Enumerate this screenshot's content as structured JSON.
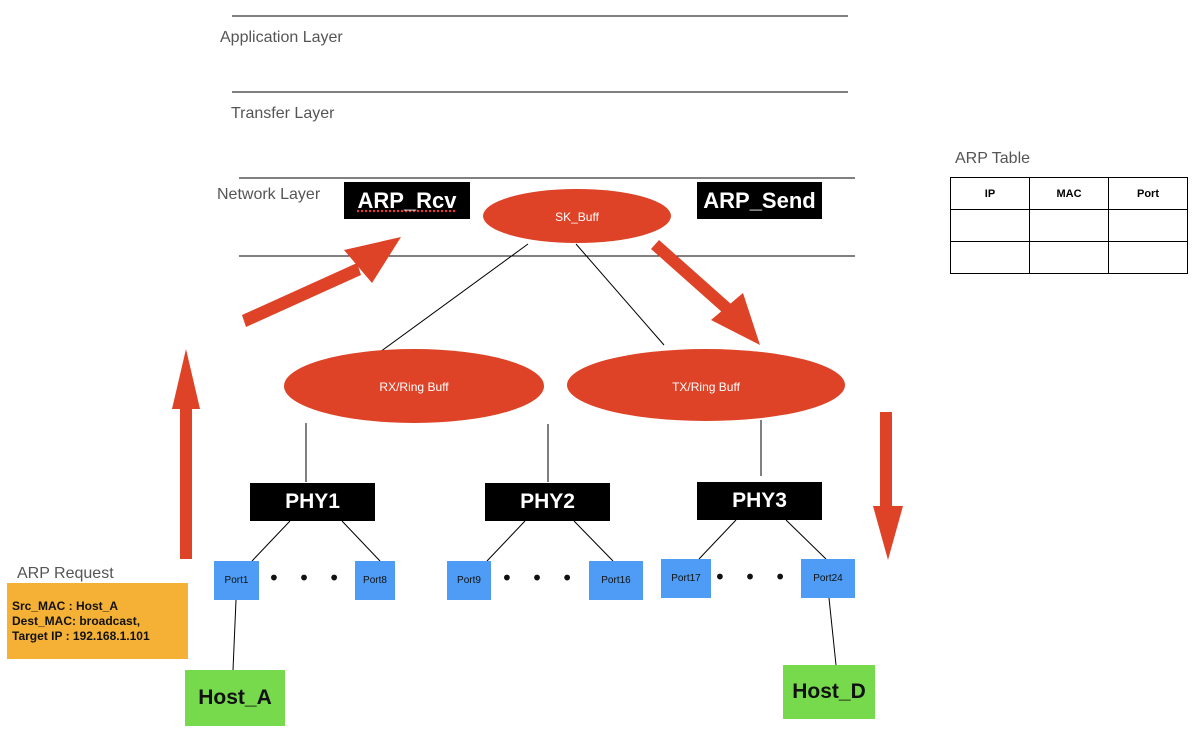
{
  "layers": {
    "application": "Application Layer",
    "transfer": "Transfer Layer",
    "network": "Network Layer"
  },
  "modules": {
    "arp_rcv": "ARP_Rcv",
    "arp_send": "ARP_Send"
  },
  "buffers": {
    "sk_buff": "SK_Buff",
    "rx": "RX/Ring Buff",
    "tx": "TX/Ring Buff"
  },
  "phys": [
    "PHY1",
    "PHY2",
    "PHY3"
  ],
  "ports": [
    "Port1",
    "Port8",
    "Port9",
    "Port16",
    "Port17",
    "Port24"
  ],
  "ellipsis": "• • •",
  "hosts": {
    "a": "Host_A",
    "d": "Host_D"
  },
  "arp_request": {
    "title": "ARP Request",
    "lines": [
      "Src_MAC : Host_A",
      "Dest_MAC: broadcast,",
      "Target IP : 192.168.1.101"
    ]
  },
  "arp_table": {
    "title": "ARP Table",
    "headers": [
      "IP",
      "MAC",
      "Port"
    ],
    "rows": [
      [
        "",
        "",
        ""
      ],
      [
        "",
        "",
        ""
      ]
    ]
  },
  "colors": {
    "accent_red": "#de4227",
    "port_blue": "#4e9cf5",
    "host_green": "#77d94c",
    "note_orange": "#f4b135"
  }
}
